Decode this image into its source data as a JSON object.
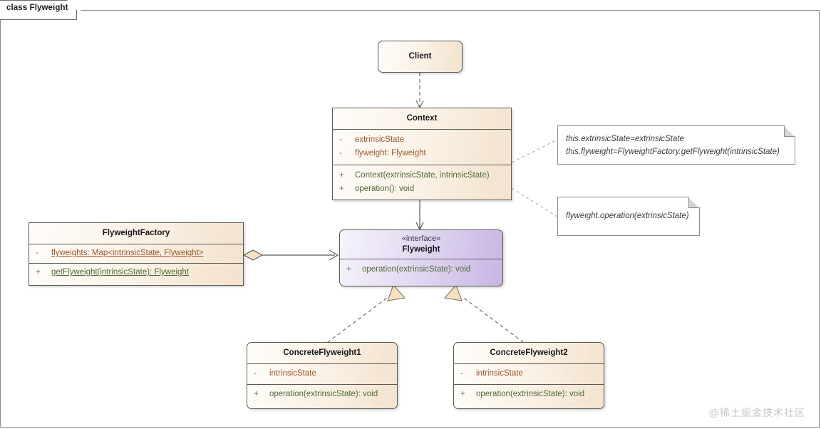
{
  "diagram": {
    "header_tab_label": "class Flyweight",
    "watermark": "@稀土掘金技术社区"
  },
  "classes": {
    "client": {
      "name": "Client",
      "attributes": [],
      "operations": []
    },
    "context": {
      "name": "Context",
      "attributes": [
        {
          "visibility": "-",
          "text": "extrinsicState"
        },
        {
          "visibility": "-",
          "text": "flyweight: Flyweight"
        }
      ],
      "operations": [
        {
          "visibility": "+",
          "text": "Context(extrinsicState, intrinsicState)"
        },
        {
          "visibility": "+",
          "text": "operation(): void"
        }
      ]
    },
    "flyweight_factory": {
      "name": "FlyweightFactory",
      "attributes": [
        {
          "visibility": "-",
          "text": "flyweights: Map<intrinsicState, Flyweight>",
          "static": true
        }
      ],
      "operations": [
        {
          "visibility": "+",
          "text": "getFlyweight(intrinsicState): Flyweight",
          "static": true
        }
      ]
    },
    "flyweight": {
      "stereotype": "«interface»",
      "name": "Flyweight",
      "attributes": [],
      "operations": [
        {
          "visibility": "+",
          "text": "operation(extrinsicState): void"
        }
      ]
    },
    "concrete_flyweight_1": {
      "name": "ConcreteFlyweight1",
      "attributes": [
        {
          "visibility": "-",
          "text": "intrinsicState"
        }
      ],
      "operations": [
        {
          "visibility": "+",
          "text": "operation(extrinsicState): void"
        }
      ]
    },
    "concrete_flyweight_2": {
      "name": "ConcreteFlyweight2",
      "attributes": [
        {
          "visibility": "-",
          "text": "intrinsicState"
        }
      ],
      "operations": [
        {
          "visibility": "+",
          "text": "operation(extrinsicState): void"
        }
      ]
    }
  },
  "notes": {
    "context_constructor": {
      "lines": [
        "this.extrinsicState=extrinsicState",
        "this.flyweight=FlyweightFactory.getFlyweight(intrinsicState)"
      ]
    },
    "context_operation": {
      "lines": [
        "flyweight.operation(extrinsicState)"
      ]
    }
  },
  "relationships": [
    {
      "name": "client-to-context",
      "type": "dependency",
      "from": "Client",
      "to": "Context"
    },
    {
      "name": "context-to-flyweight",
      "type": "association",
      "from": "Context",
      "to": "Flyweight"
    },
    {
      "name": "factory-to-flyweight",
      "type": "aggregation",
      "from": "FlyweightFactory",
      "to": "Flyweight"
    },
    {
      "name": "concrete1-to-flyweight",
      "type": "realization",
      "from": "ConcreteFlyweight1",
      "to": "Flyweight"
    },
    {
      "name": "concrete2-to-flyweight",
      "type": "realization",
      "from": "ConcreteFlyweight2",
      "to": "Flyweight"
    },
    {
      "name": "context-note-1-link",
      "type": "note-anchor",
      "from": "Context",
      "to": "note: constructor body"
    },
    {
      "name": "context-note-2-link",
      "type": "note-anchor",
      "from": "Context",
      "to": "note: operation body"
    }
  ],
  "colors": {
    "class_fill_beige_light": "#fefdfa",
    "class_fill_beige_dark": "#f3e2cd",
    "interface_fill_light": "#f6f3fb",
    "interface_fill_dark": "#c7b5e2",
    "border": "#5a5a50",
    "attribute_text": "#a0562a",
    "operation_text": "#4f6b36",
    "visibility_text": "#6b6b6b",
    "title_text": "#17171a",
    "note_text": "#3b3b44",
    "connector": "#5a5a50",
    "dashed_connector": "#6e6e6e",
    "note_link": "#a8a8a8",
    "arrow_fill": "#f7e0bd",
    "watermark": "#c6c6c6"
  }
}
